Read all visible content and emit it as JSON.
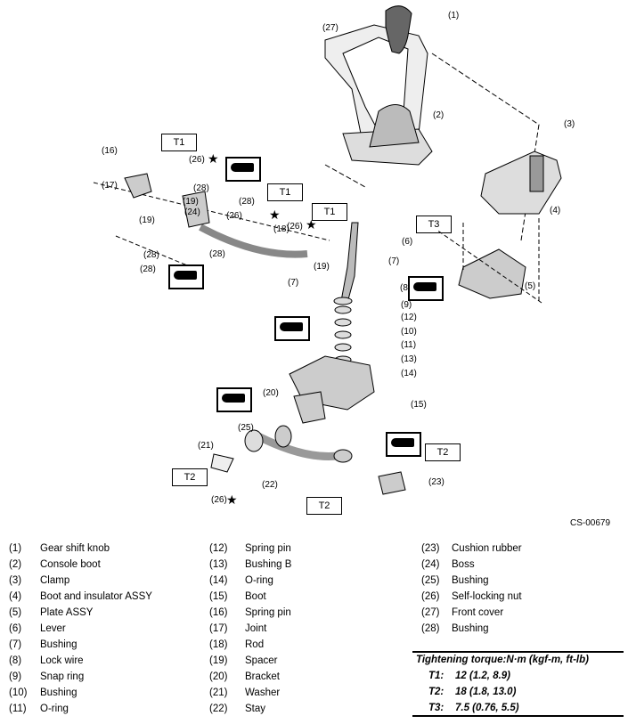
{
  "figure_code": "CS-00679",
  "callouts": [
    "(1)",
    "(27)",
    "(2)",
    "(3)",
    "(4)",
    "(5)",
    "(6)",
    "(7)",
    "(8)",
    "(9)",
    "(12)",
    "(10)",
    "(11)",
    "(13)",
    "(14)",
    "(15)",
    "(16)",
    "(17)",
    "(18)",
    "(19)",
    "(19)",
    "(19)",
    "(20)",
    "(21)",
    "(22)",
    "(23)",
    "(24)",
    "(25)",
    "(26)",
    "(26)",
    "(26)",
    "(26)",
    "(28)",
    "(28)",
    "(28)",
    "(28)",
    "(28)",
    "(7)"
  ],
  "torque_tags": [
    "T1",
    "T1",
    "T1",
    "T3",
    "T2",
    "T2",
    "T2"
  ],
  "icons": {
    "grease": "grease-gun-icon",
    "star": "star-icon"
  },
  "legend": [
    {
      "num": "(1)",
      "name": "Gear shift knob"
    },
    {
      "num": "(2)",
      "name": "Console boot"
    },
    {
      "num": "(3)",
      "name": "Clamp"
    },
    {
      "num": "(4)",
      "name": "Boot and insulator ASSY"
    },
    {
      "num": "(5)",
      "name": "Plate ASSY"
    },
    {
      "num": "(6)",
      "name": "Lever"
    },
    {
      "num": "(7)",
      "name": "Bushing"
    },
    {
      "num": "(8)",
      "name": "Lock wire"
    },
    {
      "num": "(9)",
      "name": "Snap ring"
    },
    {
      "num": "(10)",
      "name": "Bushing"
    },
    {
      "num": "(11)",
      "name": "O-ring"
    },
    {
      "num": "(12)",
      "name": "Spring pin"
    },
    {
      "num": "(13)",
      "name": "Bushing B"
    },
    {
      "num": "(14)",
      "name": "O-ring"
    },
    {
      "num": "(15)",
      "name": "Boot"
    },
    {
      "num": "(16)",
      "name": "Spring pin"
    },
    {
      "num": "(17)",
      "name": "Joint"
    },
    {
      "num": "(18)",
      "name": "Rod"
    },
    {
      "num": "(19)",
      "name": "Spacer"
    },
    {
      "num": "(20)",
      "name": "Bracket"
    },
    {
      "num": "(21)",
      "name": "Washer"
    },
    {
      "num": "(22)",
      "name": "Stay"
    },
    {
      "num": "(23)",
      "name": "Cushion rubber"
    },
    {
      "num": "(24)",
      "name": "Boss"
    },
    {
      "num": "(25)",
      "name": "Bushing"
    },
    {
      "num": "(26)",
      "name": "Self-locking nut"
    },
    {
      "num": "(27)",
      "name": "Front cover"
    },
    {
      "num": "(28)",
      "name": "Bushing"
    }
  ],
  "torque": {
    "header": "Tightening torque:N·m (kgf-m, ft-lb)",
    "rows": [
      {
        "tag": "T1:",
        "value": "12 (1.2, 8.9)"
      },
      {
        "tag": "T2:",
        "value": "18 (1.8, 13.0)"
      },
      {
        "tag": "T3:",
        "value": "7.5 (0.76, 5.5)"
      }
    ]
  }
}
